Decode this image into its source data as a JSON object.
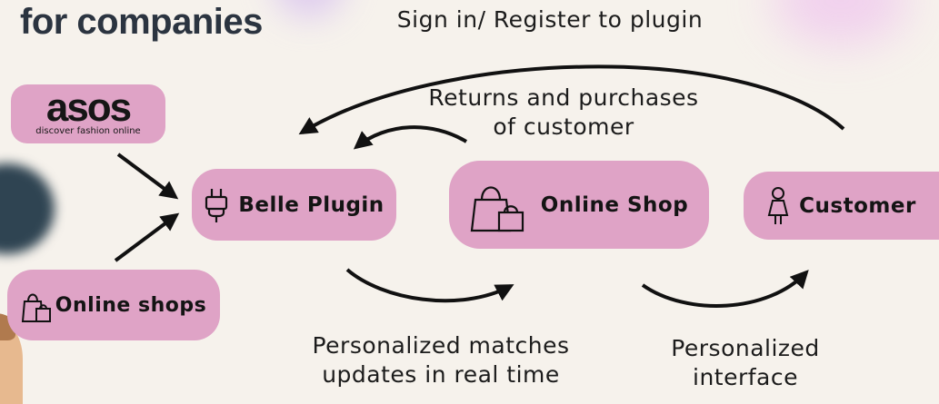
{
  "header": {
    "title": "for companies"
  },
  "sources": {
    "asos": {
      "logo_text": "asos",
      "tagline": "discover fashion online",
      "icon": "asos-logo"
    },
    "online_shops": {
      "label": "Online shops",
      "icon": "shopping-bags-icon"
    }
  },
  "nodes": {
    "plugin": {
      "label": "Belle Plugin",
      "icon": "plug-icon"
    },
    "shop": {
      "label": "Online Shop",
      "icon": "shopping-bags-icon"
    },
    "customer": {
      "label": "Customer",
      "icon": "person-icon"
    }
  },
  "flows": {
    "signin": "Sign in/ Register to plugin",
    "returns_line1": "Returns and purchases",
    "returns_line2": "of customer",
    "matches_line1": "Personalized matches",
    "matches_line2": "updates in real time",
    "interface_line1": "Personalized",
    "interface_line2": "interface"
  },
  "colors": {
    "box": "#dfa3c6",
    "background": "#f6f2ec",
    "title": "#2b3440",
    "arrow": "#111111"
  }
}
